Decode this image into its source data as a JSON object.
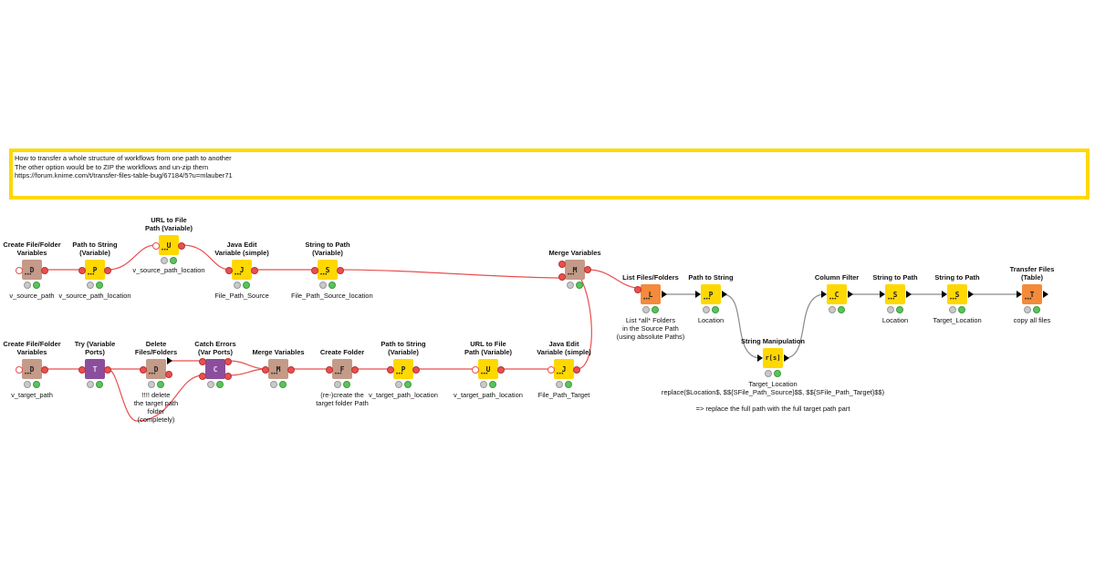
{
  "annotation": {
    "lines": [
      "How to transfer a whole structure of workflows from one path to another",
      "The other option would be to ZIP the workflows and un-zip them",
      "https://forum.knime.com/t/transfer-files-table-bug/67184/5?u=mlauber71"
    ]
  },
  "colors": {
    "annotation_border": "#FFD800",
    "source_node": "#F3B26D",
    "manipulator_node": "#FFD800",
    "flow_control_node": "#C49A88",
    "error_node": "#8B4E9C",
    "sink_node": "#F58A3A",
    "variable_connection": "#E8504F",
    "data_connection": "#8a8a8a"
  },
  "nodes": {
    "create_vars_1": {
      "title": "Create File/Folder\nVariables",
      "label": "v_source_path",
      "icon": "file-variable-icon",
      "glyph": "D"
    },
    "path_to_string_var_1": {
      "title": "Path to String\n(Variable)",
      "label": "v_source_path_location",
      "icon": "path-to-string-icon",
      "glyph": "P"
    },
    "url_to_file_var_1": {
      "title": "URL to File\nPath (Variable)",
      "label": "v_source_path_location",
      "icon": "url-path-icon",
      "glyph": "U"
    },
    "java_edit_1": {
      "title": "Java Edit\nVariable (simple)",
      "label": "File_Path_Source",
      "icon": "java-icon",
      "glyph": "J"
    },
    "string_to_path_var_1": {
      "title": "String to Path\n(Variable)",
      "label": "File_Path_Source_location",
      "icon": "string-to-path-icon",
      "glyph": "S"
    },
    "merge_vars_top": {
      "title": "Merge Variables",
      "label": "",
      "icon": "merge-icon",
      "glyph": "M"
    },
    "list_files": {
      "title": "List Files/Folders",
      "label": "List *all* Folders\nin the Source Path\n(using absolute Paths)",
      "icon": "list-files-icon",
      "glyph": "L"
    },
    "path_to_string_2": {
      "title": "Path to String",
      "label": "Location",
      "icon": "path-to-string-icon",
      "glyph": "P"
    },
    "string_manipulation": {
      "title": "String Manipulation",
      "label": "Target_Location\nreplace($Location$, $${SFile_Path_Source}$$, $${SFile_Path_Target}$$)\n\n=> replace the full path with the full target path part",
      "icon": "string-manipulation-icon",
      "glyph": "r[s]"
    },
    "column_filter": {
      "title": "Column Filter",
      "label": "",
      "icon": "column-filter-icon",
      "glyph": "C"
    },
    "string_to_path_a": {
      "title": "String to Path",
      "label": "Location",
      "icon": "string-to-path-icon",
      "glyph": "S"
    },
    "string_to_path_b": {
      "title": "String to Path",
      "label": "Target_Location",
      "icon": "string-to-path-icon",
      "glyph": "S"
    },
    "transfer_files": {
      "title": "Transfer Files\n(Table)",
      "label": "copy all files",
      "icon": "transfer-icon",
      "glyph": "T"
    },
    "create_vars_2": {
      "title": "Create File/Folder\nVariables",
      "label": "v_target_path",
      "icon": "file-variable-icon",
      "glyph": "D"
    },
    "try_var": {
      "title": "Try (Variable\nPorts)",
      "label": "",
      "icon": "try-icon",
      "glyph": "T"
    },
    "delete_files": {
      "title": "Delete\nFiles/Folders",
      "label": "!!!! delete\nthe target path\nfolder\n(completely)",
      "icon": "delete-icon",
      "glyph": "D"
    },
    "catch_errors": {
      "title": "Catch Errors\n(Var Ports)",
      "label": "",
      "icon": "catch-icon",
      "glyph": "C"
    },
    "merge_vars_bottom": {
      "title": "Merge Variables",
      "label": "",
      "icon": "merge-icon",
      "glyph": "M"
    },
    "create_folder": {
      "title": "Create Folder",
      "label": "(re-)create the\ntarget folder Path",
      "icon": "create-folder-icon",
      "glyph": "F"
    },
    "path_to_string_var_2": {
      "title": "Path to String\n(Variable)",
      "label": "v_target_path_location",
      "icon": "path-to-string-icon",
      "glyph": "P"
    },
    "url_to_file_var_2": {
      "title": "URL to File\nPath (Variable)",
      "label": "v_target_path_location",
      "icon": "url-path-icon",
      "glyph": "U"
    },
    "java_edit_2": {
      "title": "Java Edit\nVariable (simple)",
      "label": "File_Path_Target",
      "icon": "java-icon",
      "glyph": "J"
    }
  }
}
